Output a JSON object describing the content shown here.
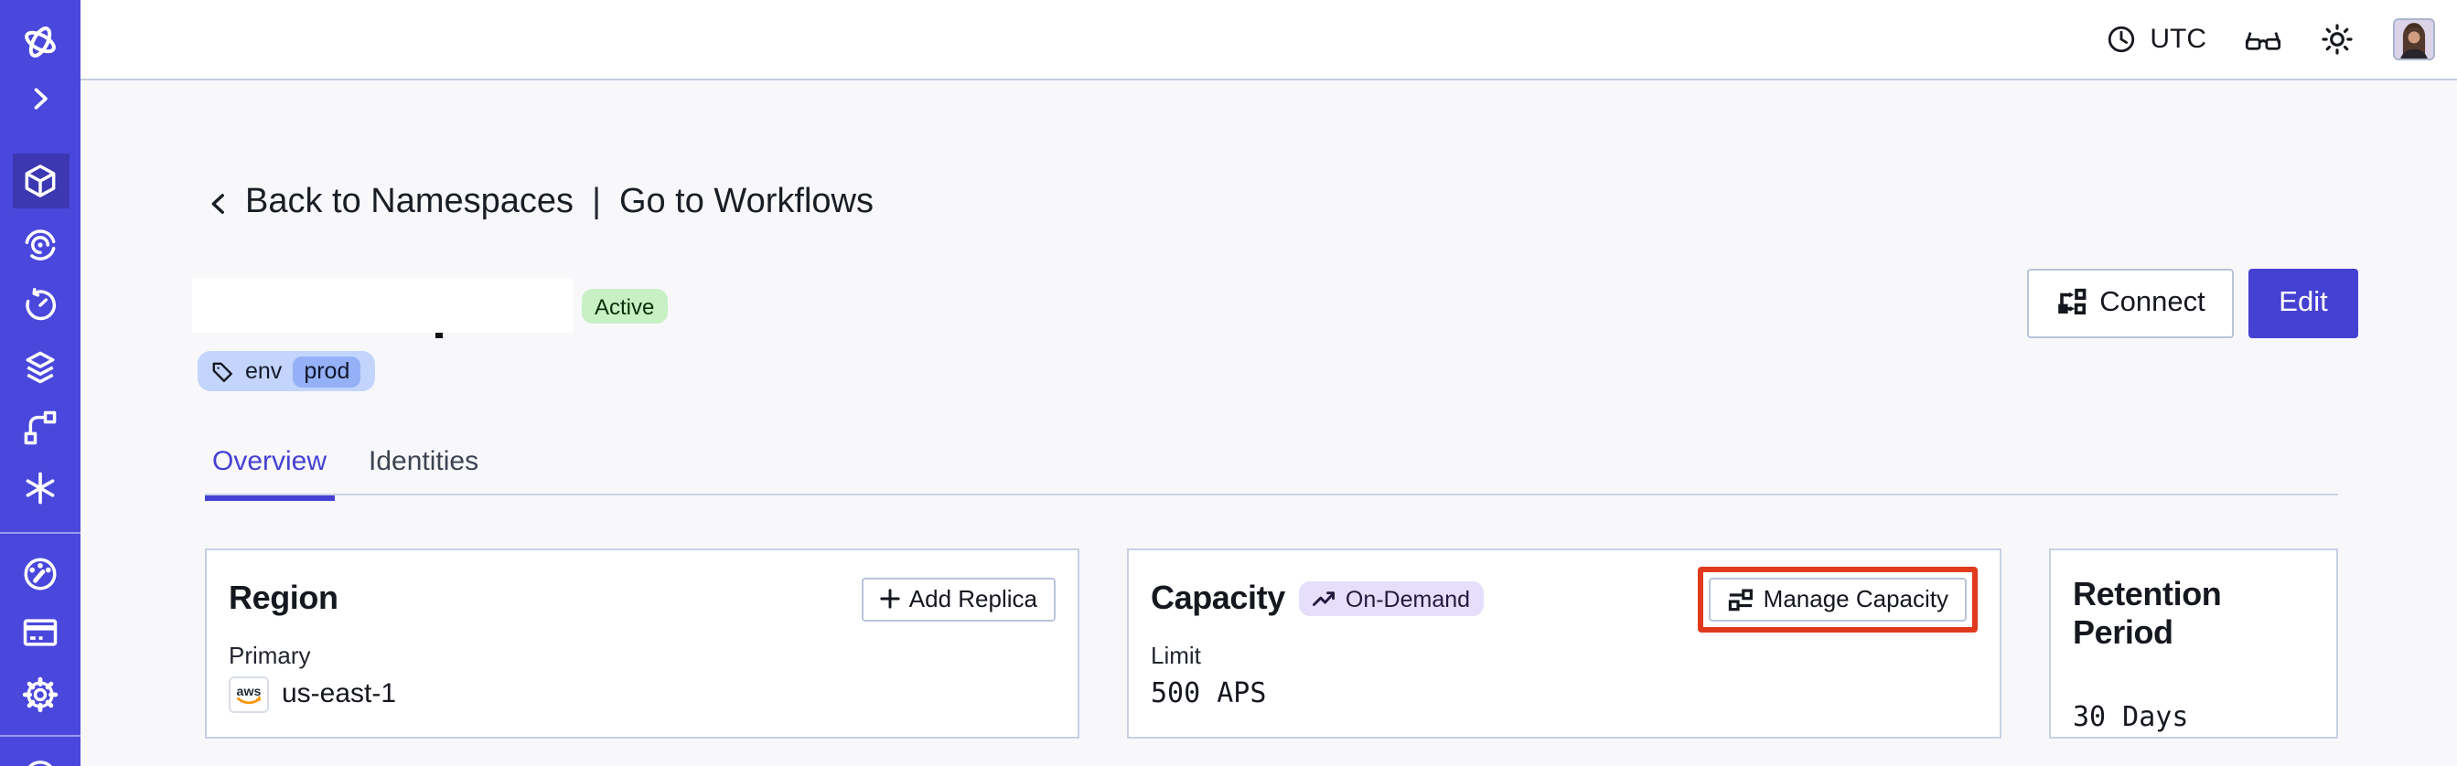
{
  "topbar": {
    "timezone": "UTC",
    "icons": {
      "clock-icon": "clock outline",
      "glasses-icon": "glasses",
      "sun-icon": "sun / light theme",
      "avatar": "user photo"
    }
  },
  "sidebar": {
    "items": [
      {
        "icon": "temporal-logo",
        "active": false
      },
      {
        "icon": "chevron-right-icon",
        "active": false
      },
      {
        "icon": "cube-icon",
        "active": true
      },
      {
        "icon": "spiral-icon",
        "active": false
      },
      {
        "icon": "timer-icon",
        "active": false
      },
      {
        "icon": "layers-icon",
        "active": false
      },
      {
        "icon": "branch-icon",
        "active": false
      },
      {
        "icon": "asterisk-icon",
        "active": false
      },
      {
        "icon": "gauge-icon",
        "active": false
      },
      {
        "icon": "credit-card-icon",
        "active": false
      },
      {
        "icon": "gear-icon",
        "active": false
      },
      {
        "icon": "globe-icon",
        "active": false
      }
    ]
  },
  "breadcrumb": {
    "back": "Back to Namespaces",
    "separator": "|",
    "forward": "Go to Workflows"
  },
  "namespace": {
    "status": "Active",
    "tag": {
      "key": "env",
      "value": "prod"
    },
    "actions": {
      "connect": "Connect",
      "edit": "Edit"
    }
  },
  "tabs": [
    {
      "label": "Overview",
      "active": true
    },
    {
      "label": "Identities",
      "active": false
    }
  ],
  "cards": {
    "region": {
      "title": "Region",
      "action": "Add Replica",
      "label": "Primary",
      "provider": "aws",
      "value": "us-east-1"
    },
    "capacity": {
      "title": "Capacity",
      "badge": "On-Demand",
      "action": "Manage Capacity",
      "label": "Limit",
      "value": "500 APS"
    },
    "retention": {
      "title": "Retention Period",
      "value": "30 Days"
    }
  },
  "colors": {
    "page_bg": "#f8f8fb",
    "sidebar_bg": "#4a47dc",
    "sidebar_active_bg": "#3b38b2",
    "accent": "#4541d2",
    "topbar_border": "#c5cde0",
    "divider": "#c9d2e3",
    "card_border": "#c7d0e2",
    "button_border": "#b9c4da",
    "status_active_bg": "#c8f0c5",
    "status_active_text": "#0c2d0c",
    "tag_bg": "#c3d5fd",
    "tag_value_bg": "#94b1f7",
    "ondemand_bg": "#e5dffb",
    "annotation_red": "#e0391e",
    "aws_orange": "#f79400"
  }
}
